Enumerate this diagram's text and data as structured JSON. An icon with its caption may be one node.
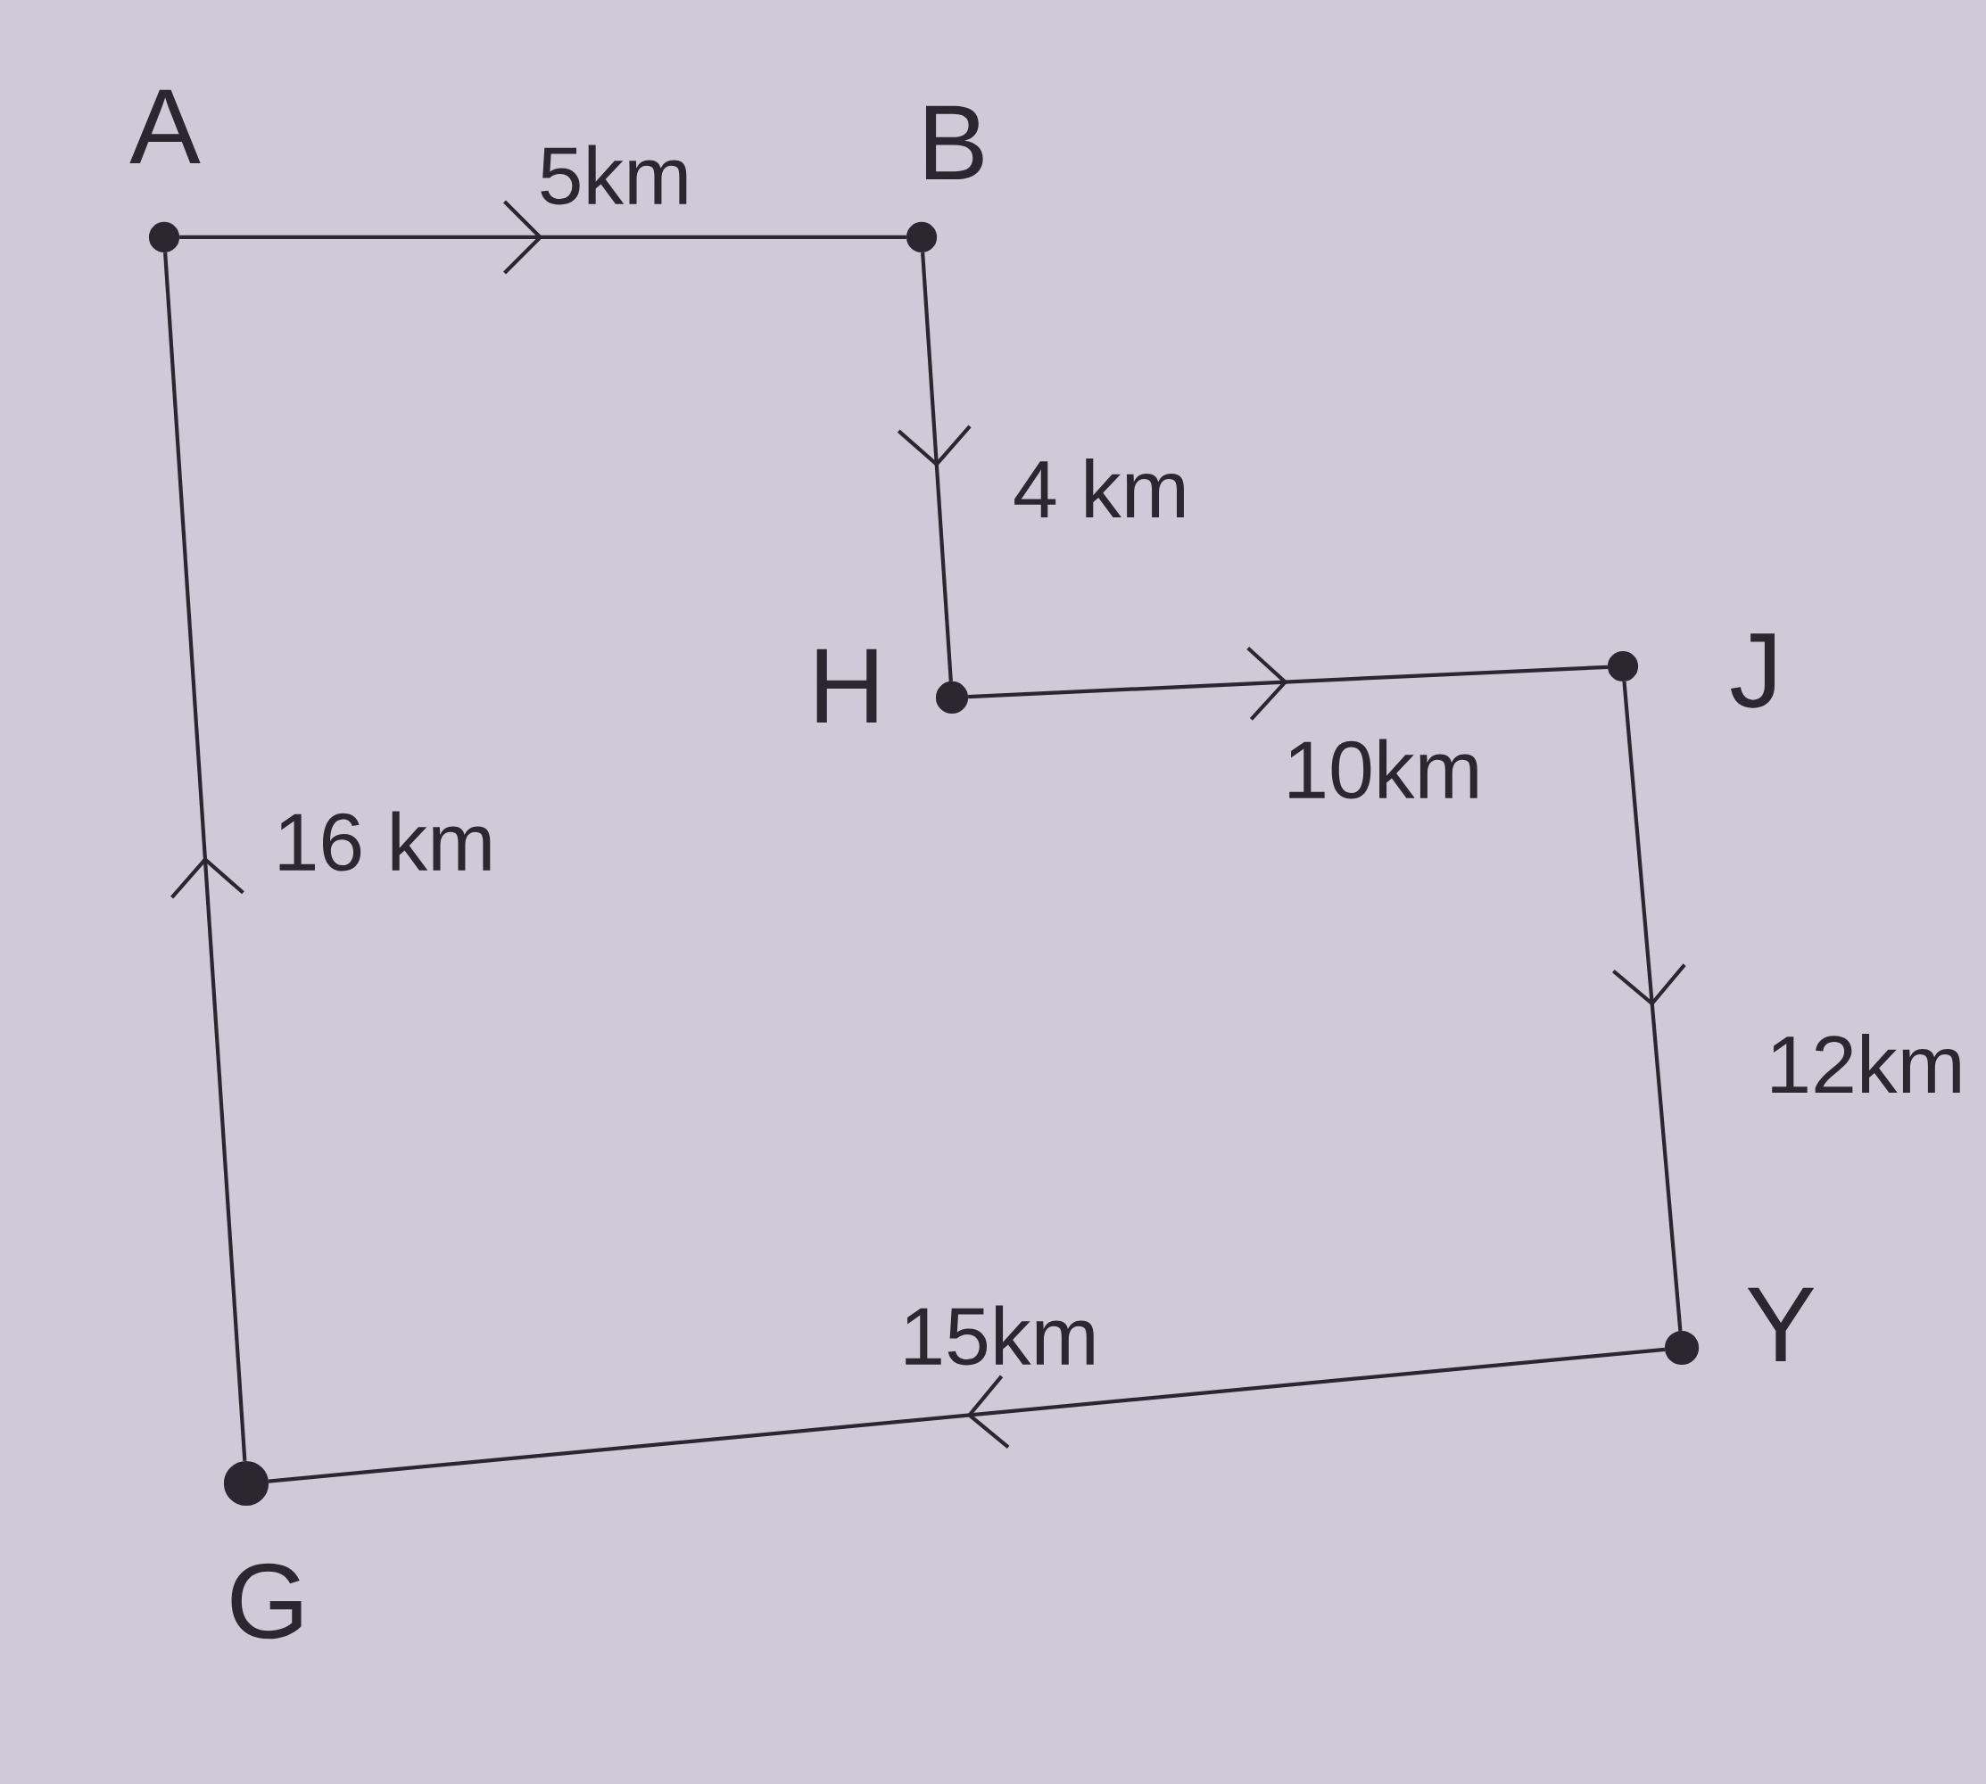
{
  "diagram": {
    "nodes": [
      {
        "text": [],
        "shape": "circle",
        "beside": [
          "A"
        ]
      },
      {
        "text": [],
        "shape": "circle",
        "beside": [
          "B"
        ]
      },
      {
        "text": [],
        "shape": "circle",
        "beside": [
          "H"
        ]
      },
      {
        "text": [],
        "shape": "circle",
        "beside": [
          "J"
        ]
      },
      {
        "text": [],
        "shape": "circle",
        "beside": [
          "Y"
        ]
      },
      {
        "text": [],
        "shape": "circle",
        "beside": [
          "G"
        ]
      }
    ],
    "edges": [
      {
        "from": 0,
        "to": 1,
        "arrow": "to",
        "label": "5km"
      },
      {
        "from": 1,
        "to": 2,
        "arrow": "to",
        "label": "4 km"
      },
      {
        "from": 2,
        "to": 3,
        "arrow": "to",
        "label": "10km"
      },
      {
        "from": 3,
        "to": 4,
        "arrow": "to",
        "label": "12km"
      },
      {
        "from": 4,
        "to": 5,
        "arrow": "to",
        "label": "15km"
      },
      {
        "from": 5,
        "to": 0,
        "arrow": "to",
        "label": "16 km"
      }
    ]
  }
}
